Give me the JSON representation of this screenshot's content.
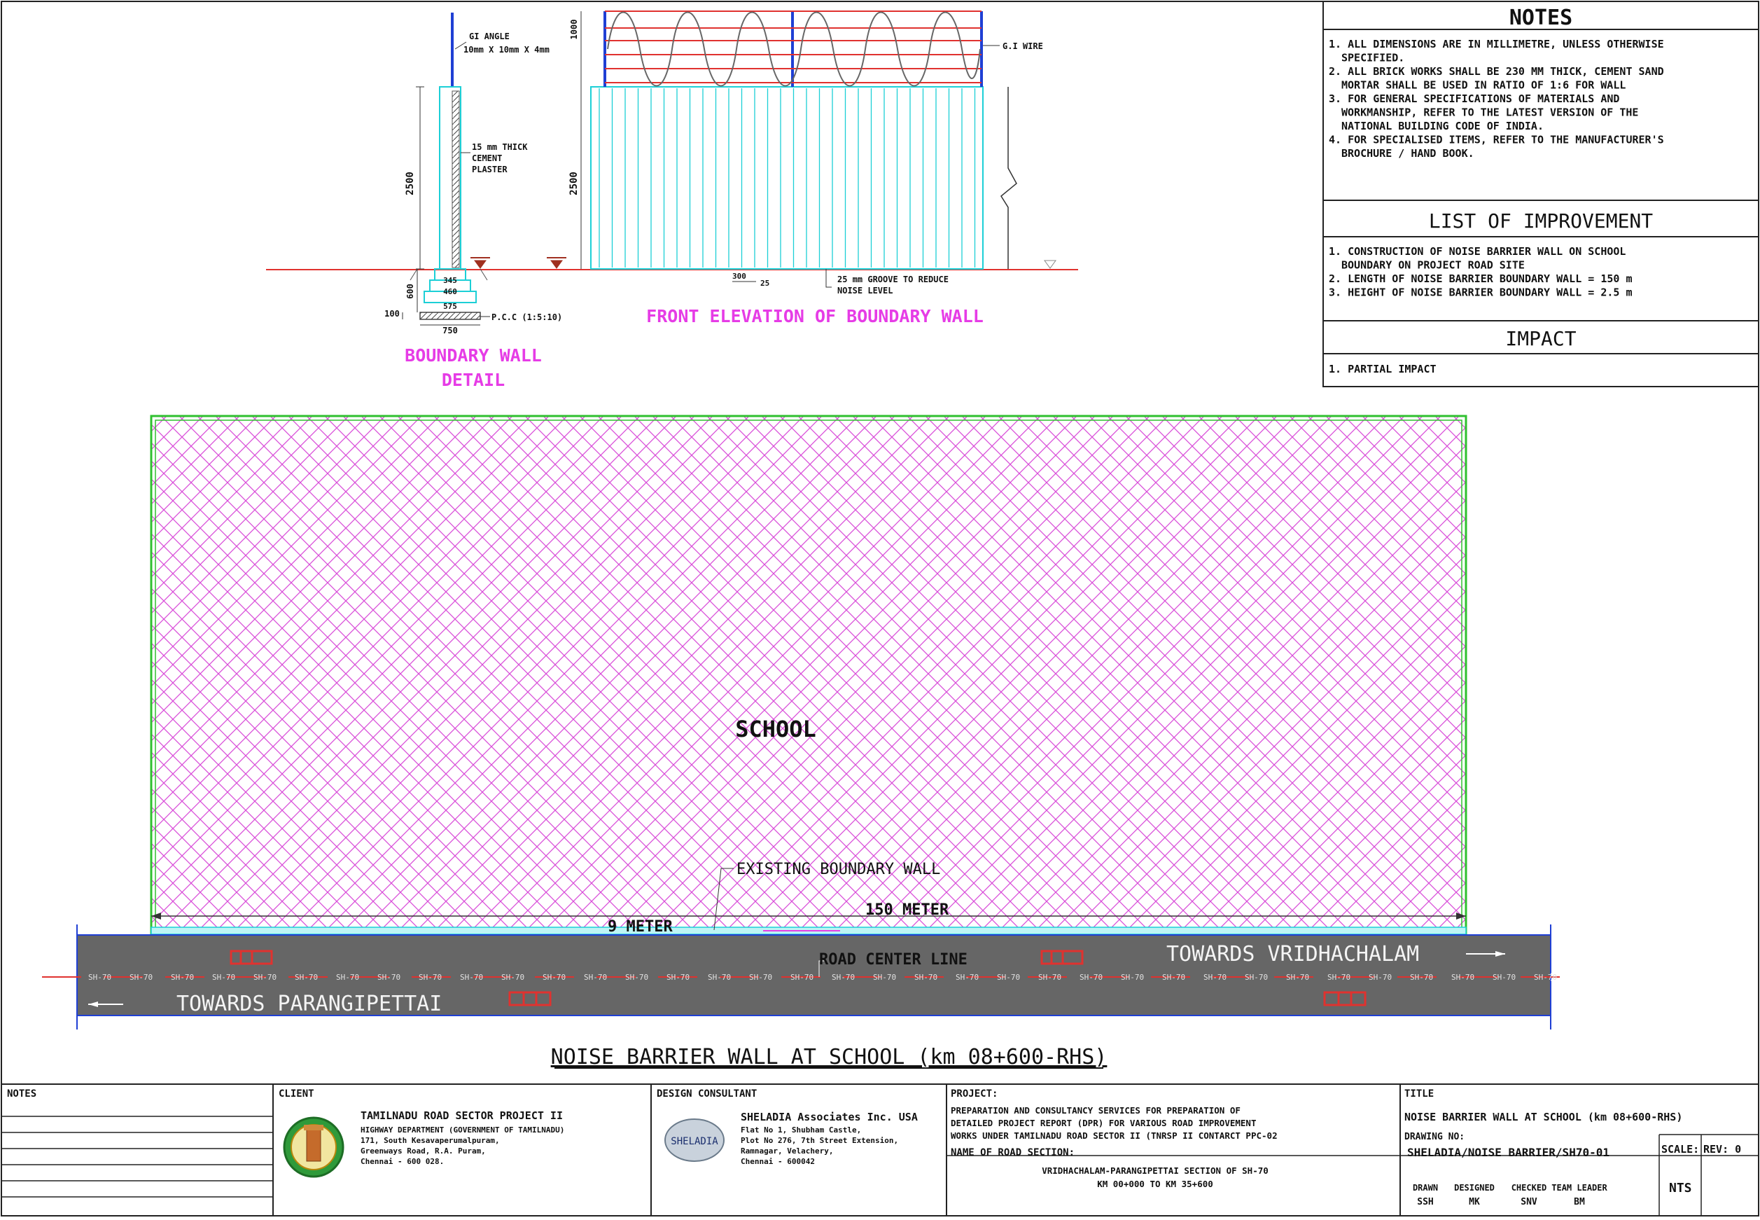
{
  "notes": {
    "title": "NOTES",
    "items": [
      "1. ALL DIMENSIONS ARE IN MILLIMETRE, UNLESS OTHERWISE",
      "SPECIFIED.",
      "2. ALL BRICK WORKS SHALL BE 230 MM THICK, CEMENT SAND",
      "MORTAR SHALL BE USED IN RATIO OF 1:6 FOR WALL",
      "3. FOR GENERAL SPECIFICATIONS OF MATERIALS AND",
      "WORKMANSHIP, REFER TO THE LATEST VERSION OF THE",
      "NATIONAL BUILDING CODE OF INDIA.",
      "4. FOR SPECIALISED ITEMS, REFER TO THE MANUFACTURER'S",
      "BROCHURE / HAND BOOK."
    ]
  },
  "improvement": {
    "title": "LIST OF IMPROVEMENT",
    "items": [
      "1. CONSTRUCTION OF NOISE BARRIER WALL ON SCHOOL",
      "BOUNDARY ON PROJECT ROAD SITE",
      "2. LENGTH OF NOISE BARRIER BOUNDARY WALL = 150 m",
      "3. HEIGHT OF NOISE BARRIER BOUNDARY WALL = 2.5 m"
    ]
  },
  "impact": {
    "title": "IMPACT",
    "items": [
      "1. PARTIAL IMPACT"
    ]
  },
  "detail": {
    "gi_angle": "GI ANGLE",
    "gi_angle_size": "10mm X 10mm X 4mm",
    "plaster": [
      "15 mm THICK",
      "CEMENT",
      "PLASTER"
    ],
    "dim_height": "2500",
    "dim_600": "600",
    "dim_100": "100",
    "dim_345": "345",
    "dim_460": "460",
    "dim_575": "575",
    "dim_750": "750",
    "pcc": "P.C.C (1:5:10)",
    "title_line1": "BOUNDARY WALL",
    "title_line2": "DETAIL"
  },
  "elevation": {
    "gi_wire": "G.I WIRE",
    "dim_1000": "1000",
    "dim_2500": "2500",
    "dim_300": "300",
    "dim_25": "25",
    "groove": [
      "25 mm GROOVE TO REDUCE",
      "NOISE LEVEL"
    ],
    "title": "FRONT ELEVATION OF BOUNDARY WALL"
  },
  "plan": {
    "school": "SCHOOL",
    "existing_wall": "EXISTING BOUNDARY WALL",
    "length": "150 METER",
    "offset": "9 METER",
    "center_line": "ROAD CENTER LINE",
    "towards_right": "TOWARDS VRIDHACHALAM",
    "towards_left": "TOWARDS PARANGIPETTAI",
    "road_code": "SH-70",
    "main_title": "NOISE BARRIER WALL AT SCHOOL (km 08+600-RHS)"
  },
  "title_block": {
    "notes_label": "NOTES",
    "client_label": "CLIENT",
    "client": [
      "TAMILNADU ROAD SECTOR PROJECT II",
      "HIGHWAY DEPARTMENT (GOVERNMENT OF TAMILNADU)",
      "171, South Kesavaperumalpuram,",
      "Greenways Road, R.A. Puram,",
      "Chennai - 600 028."
    ],
    "consultant_label": "DESIGN CONSULTANT",
    "logo_text": "SHELADIA",
    "consultant": [
      "SHELADIA Associates Inc. USA",
      "Flat No 1, Shubham Castle,",
      "Plot No 276, 7th Street Extension,",
      "Ramnagar, Velachery,",
      "Chennai - 600042"
    ],
    "project_label": "PROJECT:",
    "project": [
      "PREPARATION AND CONSULTANCY SERVICES FOR PREPARATION OF",
      "DETAILED PROJECT REPORT (DPR) FOR VARIOUS ROAD IMPROVEMENT",
      "WORKS UNDER TAMILNADU ROAD SECTOR II (TNRSP II CONTARCT PPC-02"
    ],
    "road_section_label": "NAME OF ROAD SECTION:",
    "road_section": [
      "VRIDHACHALAM-PARANGIPETTAI SECTION OF SH-70",
      "KM 00+000 TO KM 35+600"
    ],
    "title_label": "TITLE",
    "title": "NOISE BARRIER WALL AT SCHOOL (km 08+600-RHS)",
    "drawing_no_label": "DRAWING NO:",
    "drawing_no": "SHELADIA/NOISE BARRIER/SH70-01",
    "scale_label": "SCALE:",
    "scale": "NTS",
    "rev_label": "REV: 0",
    "sign_heads": [
      "DRAWN",
      "DESIGNED",
      "CHECKED",
      "TEAM LEADER"
    ],
    "sign_vals": [
      "SSH",
      "MK",
      "SNV",
      "BM"
    ]
  }
}
